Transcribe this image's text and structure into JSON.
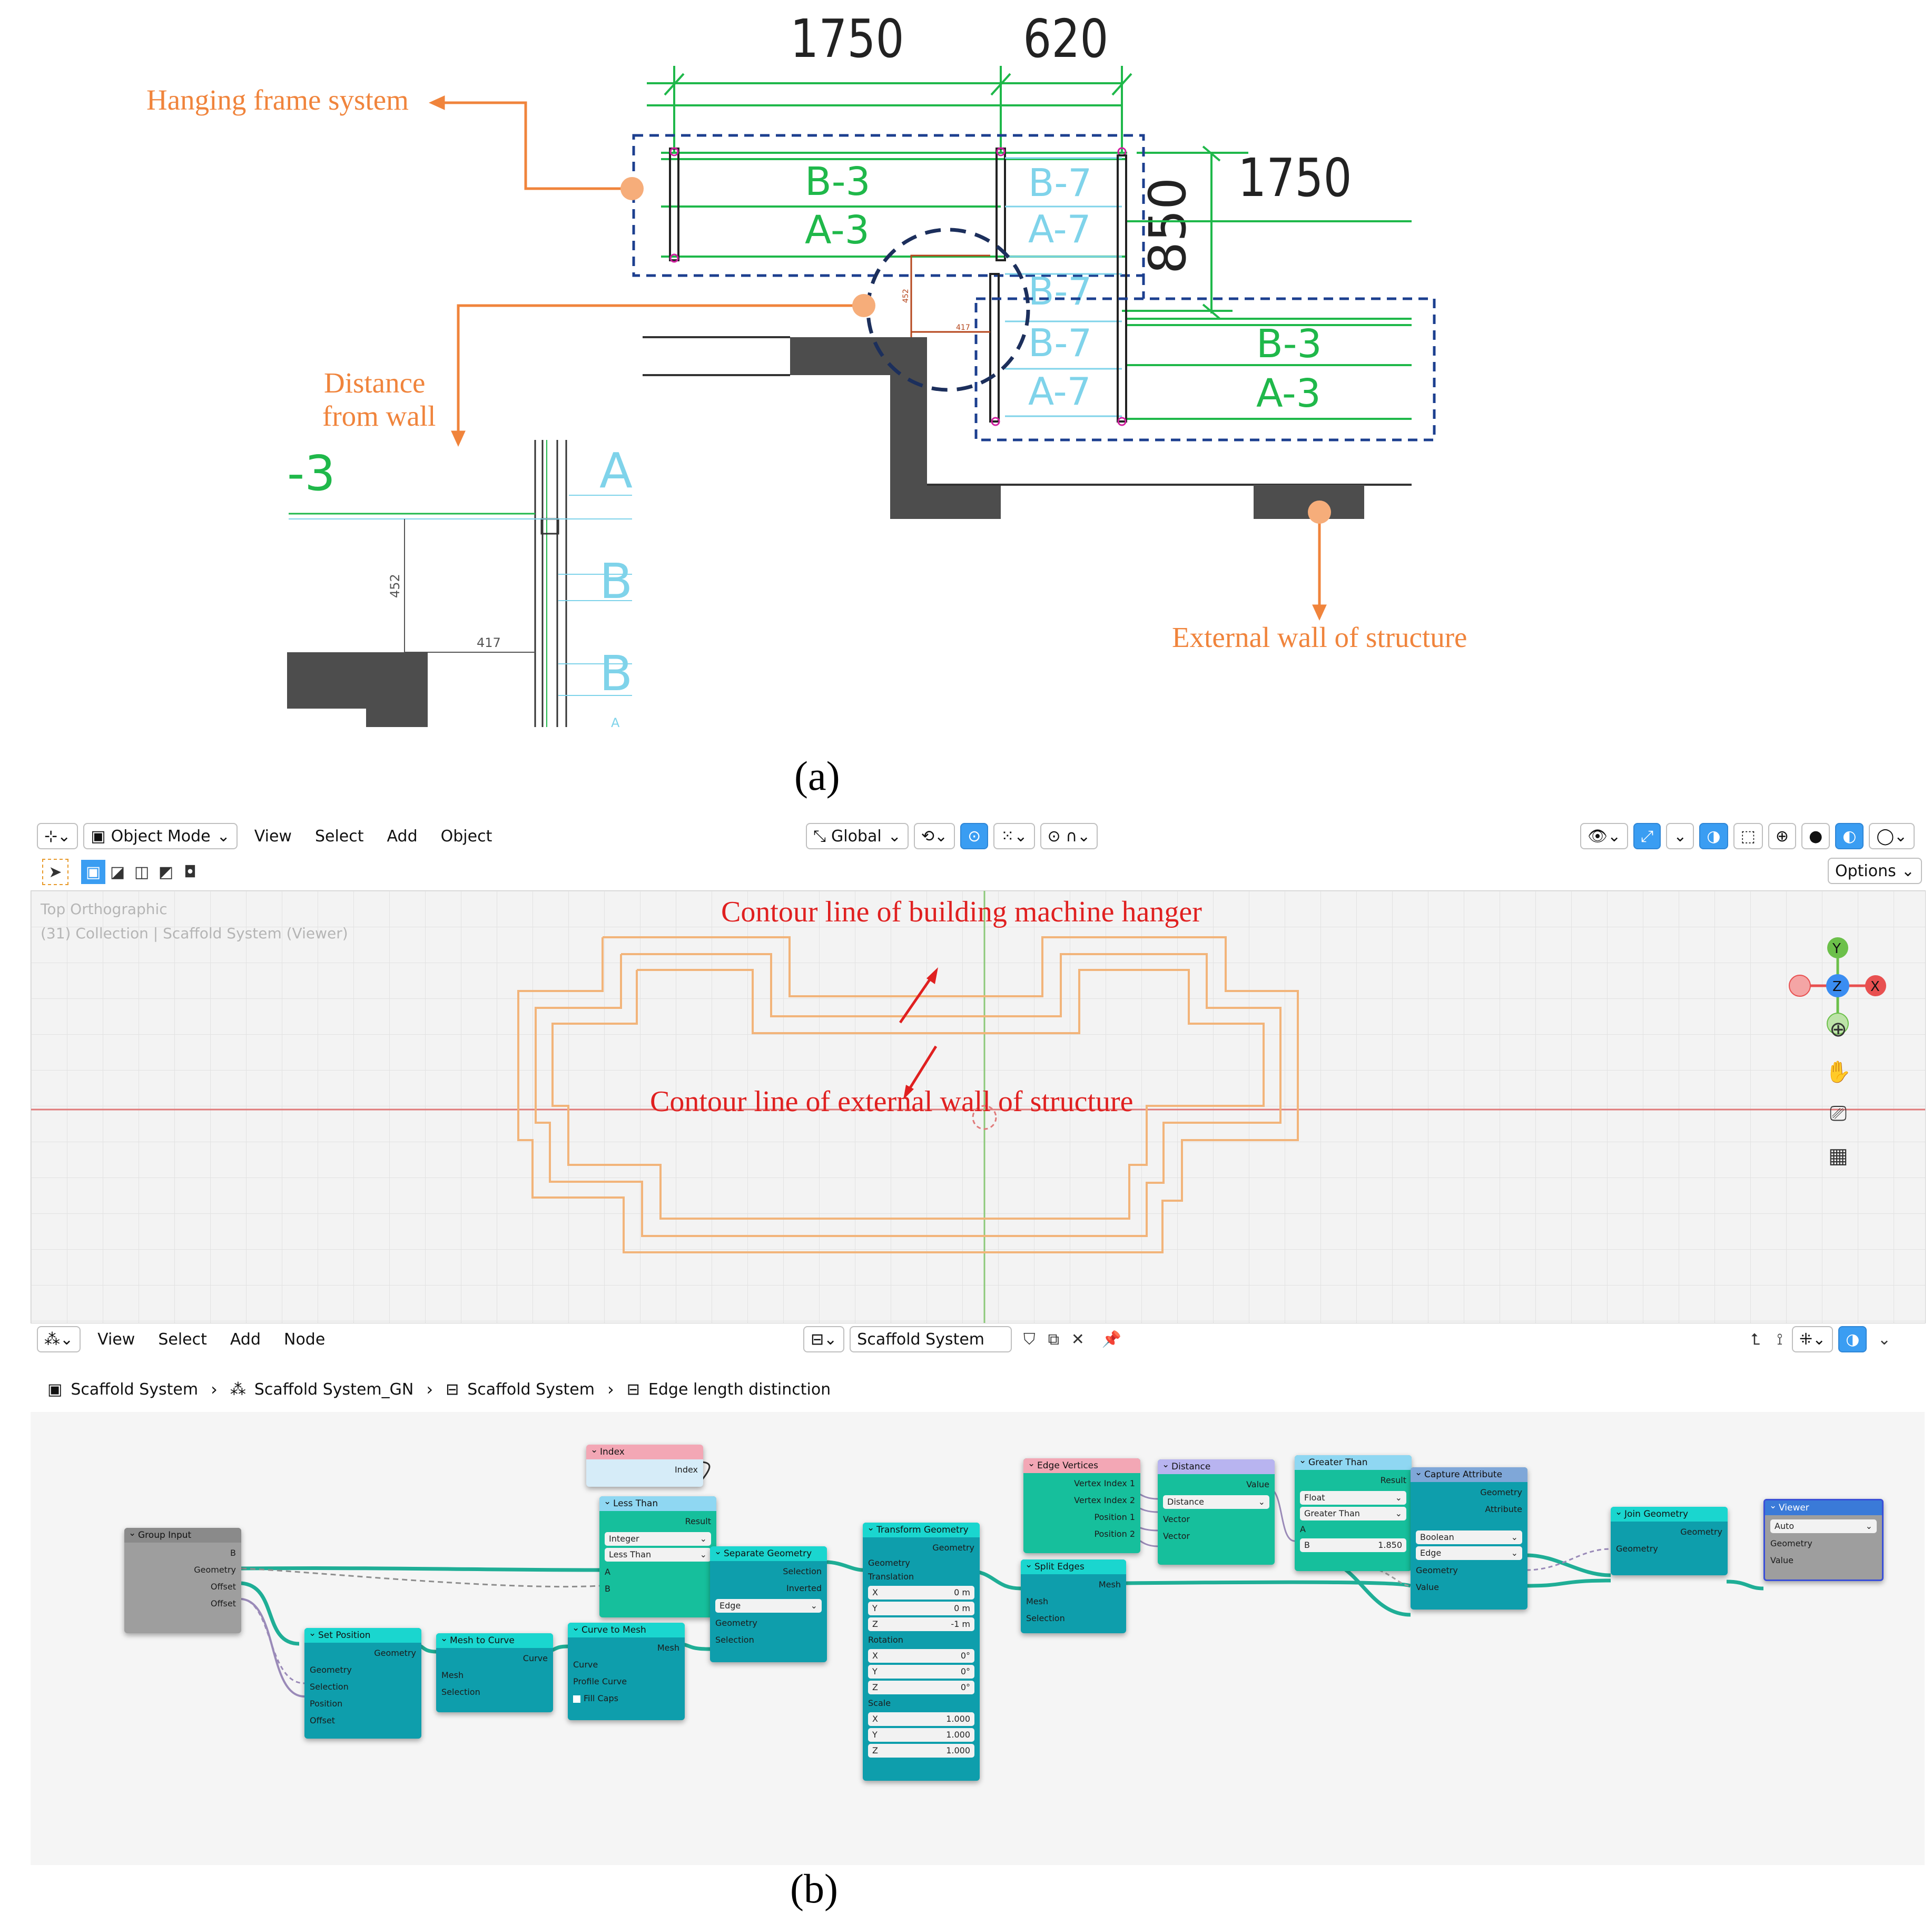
{
  "panel_a": {
    "caption": "(a)",
    "dims": {
      "d1": "1750",
      "d2": "620",
      "d3": "1750",
      "d4": "850"
    },
    "frame_labels": {
      "left_b": "B-3",
      "left_a": "A-3",
      "mid_b1": "B-7",
      "mid_a1": "A-7",
      "mid_b2": "B-7",
      "mid_b3": "B-7",
      "mid_a2": "A-7",
      "right_b": "B-3",
      "right_a": "A-3"
    },
    "small_dims": {
      "v": "452",
      "h": "417"
    },
    "detail": {
      "label_3": "-3",
      "label_a": "A",
      "label_b1": "B",
      "label_b2": "B",
      "label_a2": "A",
      "v": "452",
      "h": "417"
    },
    "callouts": {
      "hanging": "Hanging frame system",
      "distance_1": "Distance",
      "distance_2": "from wall",
      "external": "External wall of  structure"
    },
    "colors": {
      "orange": "#f0843c",
      "green": "#1fb84a",
      "blue_dash": "#1c3f8f",
      "wall": "#4d4d4d",
      "cyan": "#7fd3ea"
    }
  },
  "panel_b": {
    "caption": "(b)",
    "viewport_header": {
      "mode": "Object Mode",
      "menus": [
        "View",
        "Select",
        "Add",
        "Object"
      ],
      "transform": "Global",
      "options": "Options"
    },
    "overlay": {
      "line1": "Top Orthographic",
      "line2": "(31) Collection | Scaffold System (Viewer)"
    },
    "annotations": {
      "hanger": "Contour line of building machine hanger",
      "wall": "Contour line of external wall of  structure"
    },
    "gizmo": {
      "y": "Y",
      "z": "Z",
      "x": "X"
    },
    "node_header": {
      "menus": [
        "View",
        "Select",
        "Add",
        "Node"
      ],
      "tree": "Scaffold System"
    },
    "breadcrumbs": [
      "Scaffold System",
      "Scaffold System_GN",
      "Scaffold System",
      "Edge length distinction"
    ],
    "nodes": {
      "group_input": {
        "title": "Group Input",
        "outs": [
          "B",
          "Geometry",
          "Offset",
          "Offset"
        ]
      },
      "index": {
        "title": "Index",
        "outs": [
          "Index"
        ]
      },
      "less_than": {
        "title": "Less Than",
        "out": "Result",
        "f1": "Integer",
        "f2": "Less Than",
        "ins": [
          "A",
          "B"
        ]
      },
      "set_position": {
        "title": "Set Position",
        "out": "Geometry",
        "ins": [
          "Geometry",
          "Selection",
          "Position",
          "Offset"
        ]
      },
      "mesh_to_curve": {
        "title": "Mesh to Curve",
        "out": "Curve",
        "ins": [
          "Mesh",
          "Selection"
        ]
      },
      "curve_to_mesh": {
        "title": "Curve to Mesh",
        "out": "Mesh",
        "ins": [
          "Curve",
          "Profile Curve",
          "Fill Caps"
        ]
      },
      "separate_geometry": {
        "title": "Separate Geometry",
        "outs": [
          "Selection",
          "Inverted"
        ],
        "f1": "Edge",
        "ins": [
          "Geometry",
          "Selection"
        ]
      },
      "transform_geometry": {
        "title": "Transform Geometry",
        "out": "Geometry",
        "in": "Geometry",
        "translation": "Translation",
        "tx": "0 m",
        "ty": "0 m",
        "tz": "-1 m",
        "rotation": "Rotation",
        "rx": "0°",
        "ry": "0°",
        "rz": "0°",
        "scale": "Scale",
        "sx": "1.000",
        "sy": "1.000",
        "sz": "1.000",
        "lx": "X",
        "ly": "Y",
        "lz": "Z"
      },
      "edge_vertices": {
        "title": "Edge Vertices",
        "outs": [
          "Vertex Index 1",
          "Vertex Index 2",
          "Position 1",
          "Position 2"
        ]
      },
      "distance": {
        "title": "Distance",
        "out": "Value",
        "f1": "Distance",
        "ins": [
          "Vector",
          "Vector"
        ]
      },
      "split_edges": {
        "title": "Split Edges",
        "out": "Mesh",
        "ins": [
          "Mesh",
          "Selection"
        ]
      },
      "greater_than": {
        "title": "Greater Than",
        "out": "Result",
        "f1": "Float",
        "f2": "Greater Than",
        "in_a": "A",
        "in_b": "B",
        "b_val": "1.850"
      },
      "capture_attribute": {
        "title": "Capture Attribute",
        "outs": [
          "Geometry",
          "Attribute"
        ],
        "f1": "Boolean",
        "f2": "Edge",
        "ins": [
          "Geometry",
          "Value"
        ]
      },
      "join_geometry": {
        "title": "Join Geometry",
        "out": "Geometry",
        "in": "Geometry"
      },
      "viewer": {
        "title": "Viewer",
        "f1": "Auto",
        "ins": [
          "Geometry",
          "Value"
        ]
      }
    }
  }
}
